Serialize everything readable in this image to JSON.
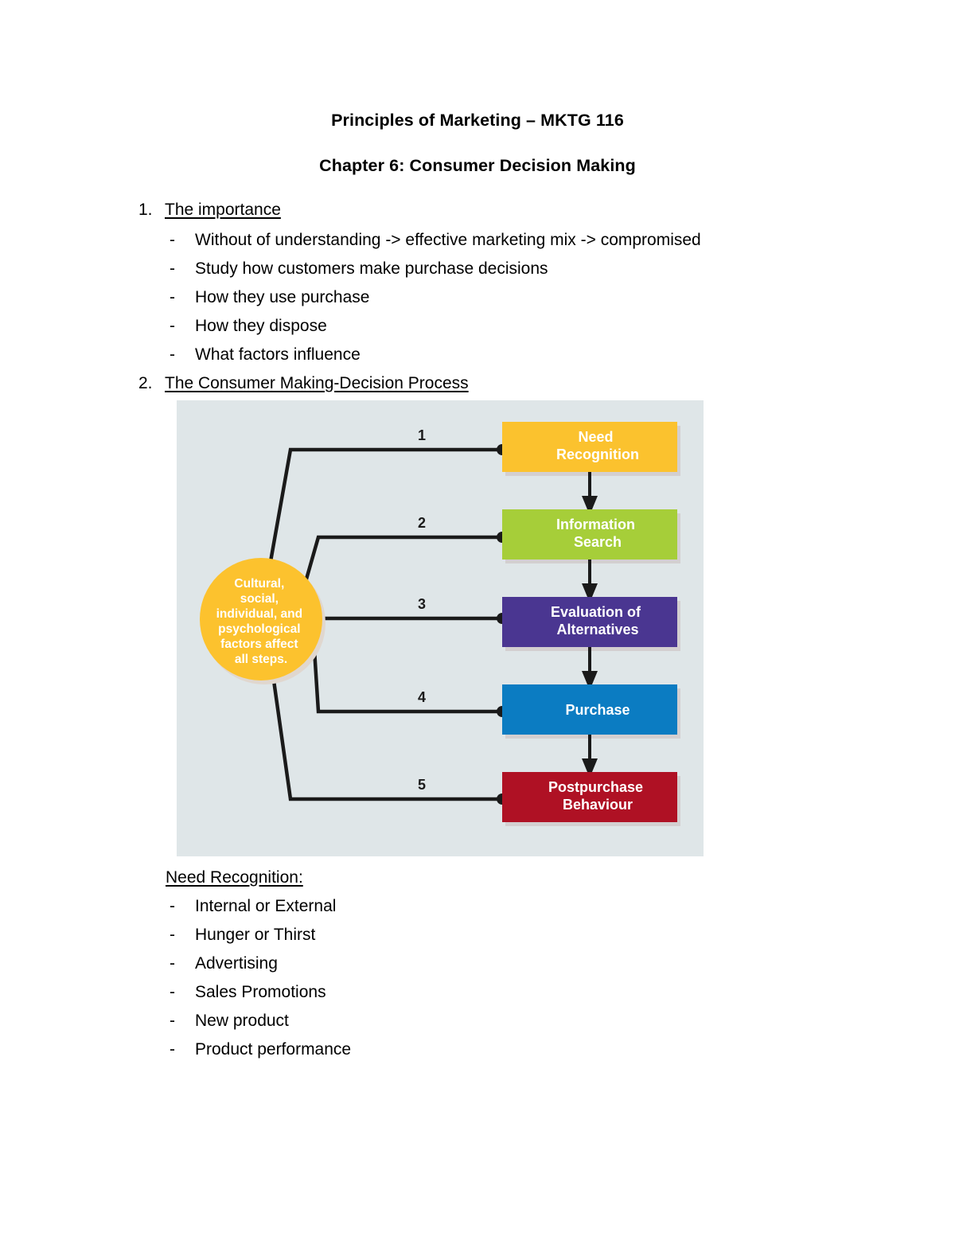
{
  "document": {
    "title": "Principles of Marketing – MKTG 116",
    "subtitle": "Chapter 6: Consumer Decision Making"
  },
  "outline": [
    {
      "number": "1.",
      "heading": "The importance",
      "bullets": [
        "Without of understanding -> effective marketing mix -> compromised",
        "Study how customers make purchase decisions",
        "How they use purchase",
        "How they dispose",
        "What factors influence"
      ],
      "dash": "-"
    },
    {
      "number": "2.",
      "heading": "The Consumer Making-Decision Process",
      "bullets": [],
      "dash": "-"
    }
  ],
  "diagram": {
    "background_color": "#dfe6e8",
    "circle": {
      "fill": "#fcc22e",
      "lines": [
        "Cultural,",
        "social,",
        "individual, and",
        "psychological",
        "factors affect",
        "all steps."
      ]
    },
    "connector_color": "#1a1a1a",
    "steps": [
      {
        "number": "1",
        "lines": [
          "Need",
          "Recognition"
        ],
        "color": "#fbc22e"
      },
      {
        "number": "2",
        "lines": [
          "Information",
          "Search"
        ],
        "color": "#a6ce39"
      },
      {
        "number": "3",
        "lines": [
          "Evaluation of",
          "Alternatives"
        ],
        "color": "#4a3691"
      },
      {
        "number": "4",
        "lines": [
          "Purchase"
        ],
        "color": "#0b7cc2"
      },
      {
        "number": "5",
        "lines": [
          "Postpurchase",
          "Behaviour"
        ],
        "color": "#af1124"
      }
    ]
  },
  "lower_section": {
    "heading": "Need Recognition:",
    "dash": "-",
    "bullets": [
      "Internal or External",
      "Hunger or Thirst",
      "Advertising",
      "Sales Promotions",
      "New product",
      "Product performance"
    ]
  }
}
